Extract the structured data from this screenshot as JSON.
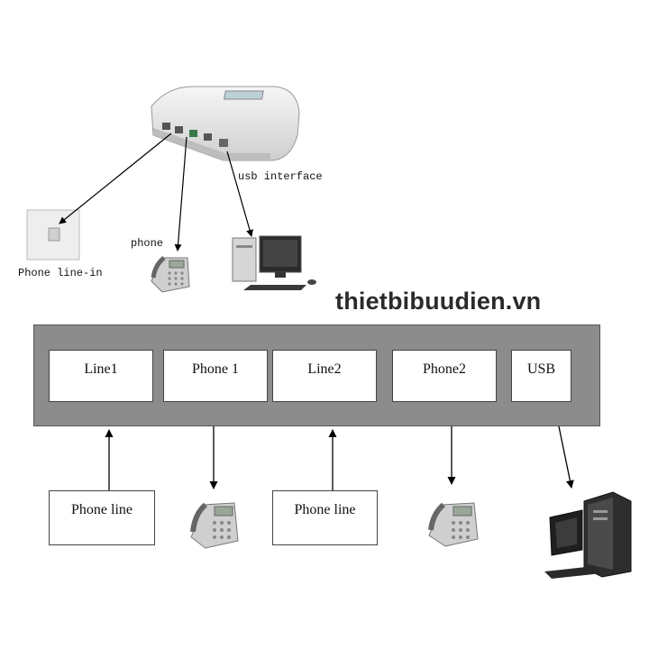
{
  "top_labels": {
    "usb_interface": "usb interface",
    "phone": "phone",
    "phone_line_in": "Phone line-in"
  },
  "watermark": "thietbibuudien.vn",
  "panel": {
    "ports": [
      "Line1",
      "Phone 1",
      "Line2",
      "Phone2",
      "USB"
    ]
  },
  "external": {
    "phone_line_1": "Phone line",
    "phone_line_2": "Phone line"
  },
  "icons": [
    "recording-box-icon",
    "wall-socket-icon",
    "desk-phone-icon",
    "desktop-computer-icon"
  ],
  "colors": {
    "panel": "#8c8c8c",
    "box": "#ffffff",
    "arrow": "#000000"
  }
}
